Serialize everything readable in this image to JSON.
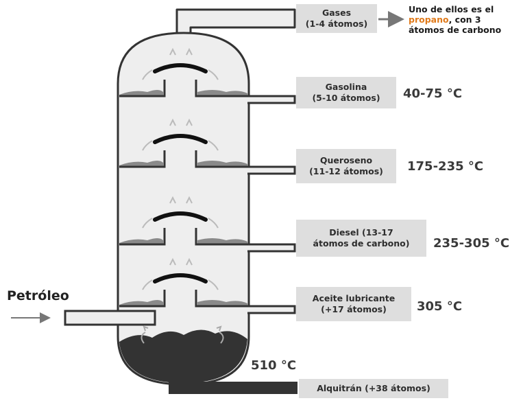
{
  "feed": {
    "label": "Petróleo"
  },
  "bottom_temperature": "510 °C",
  "fractions": [
    {
      "id": "gases",
      "lines": [
        "Gases",
        "(1-4 átomos)"
      ],
      "temperature": ""
    },
    {
      "id": "gasolina",
      "lines": [
        "Gasolina",
        "(5-10 átomos)"
      ],
      "temperature": "40-75 °C"
    },
    {
      "id": "queroseno",
      "lines": [
        "Queroseno",
        "(11-12 átomos)"
      ],
      "temperature": "175-235 °C"
    },
    {
      "id": "diesel",
      "lines": [
        "Diesel (13-17",
        "átomos de carbono)"
      ],
      "temperature": "235-305 °C"
    },
    {
      "id": "aceite",
      "lines": [
        "Aceite lubricante",
        "(+17 átomos)"
      ],
      "temperature": "305 °C"
    },
    {
      "id": "alquitran",
      "lines": [
        "Alquitrán (+38 átomos)"
      ],
      "temperature": ""
    }
  ],
  "note": {
    "line1": "Uno de ellos es el",
    "line2_highlight": "propano",
    "line2_rest": ", con 3",
    "line3": "átomos de carbono"
  },
  "colors": {
    "column_fill": "#eeeeee",
    "stroke": "#333333",
    "liquid": "#8a8a8a",
    "tar": "#333333",
    "label_bg": "#dedede",
    "highlight": "#e07a1a"
  }
}
